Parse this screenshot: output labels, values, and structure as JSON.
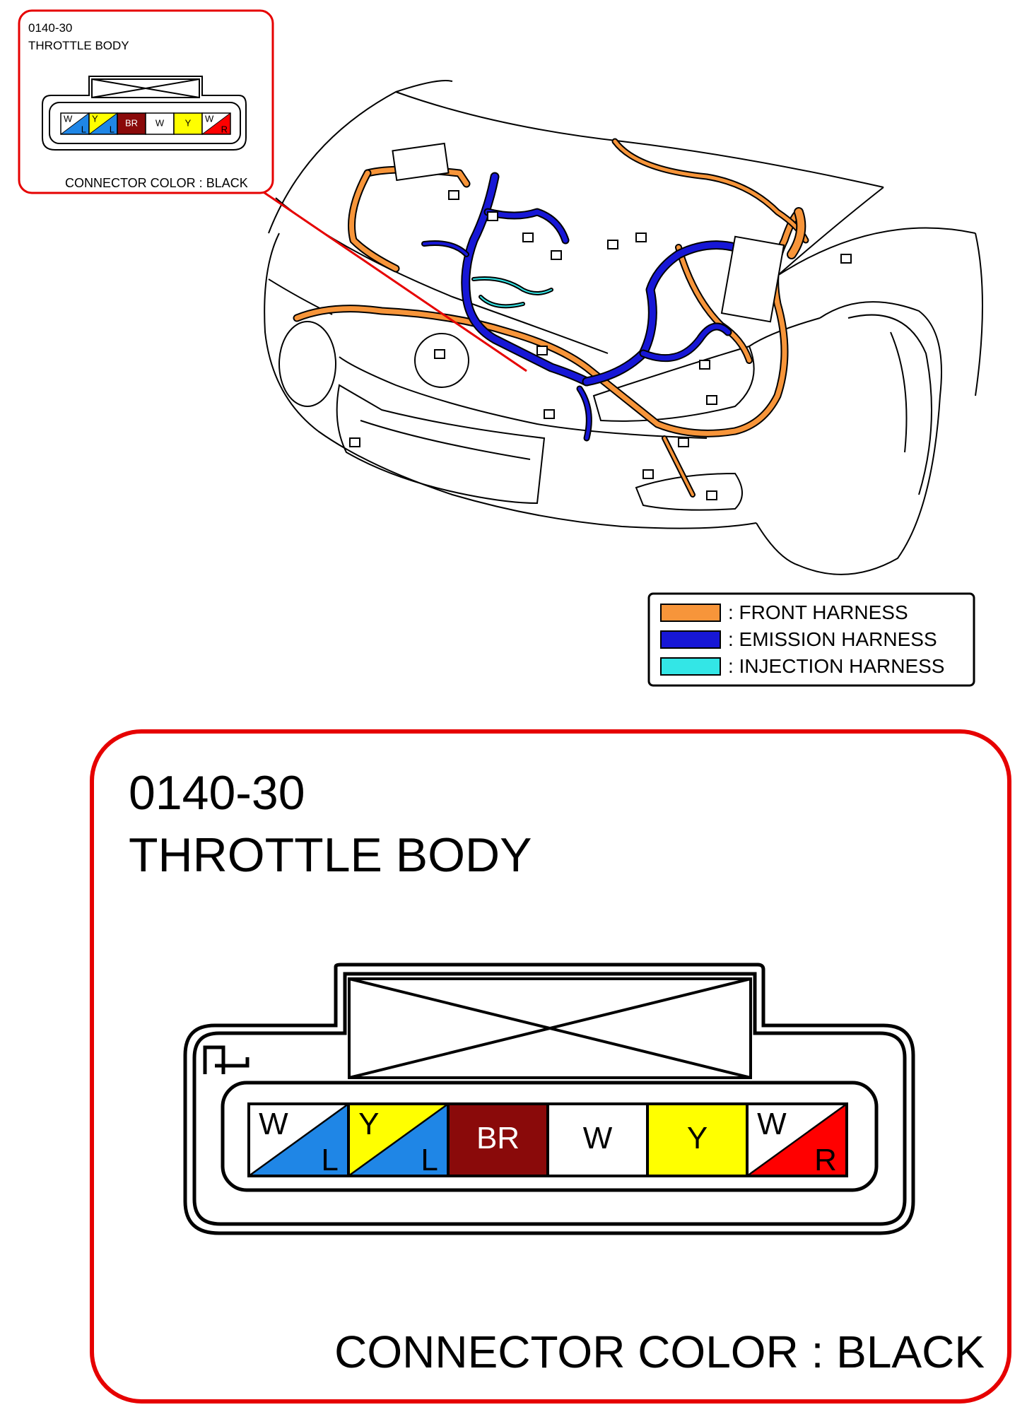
{
  "callout_small": {
    "code": "0140-30",
    "name": "THROTTLE BODY",
    "connector_color": "CONNECTOR COLOR : BLACK"
  },
  "detail": {
    "code": "0140-30",
    "name": "THROTTLE BODY",
    "connector_color": "CONNECTOR COLOR : BLACK"
  },
  "legend": {
    "items": [
      {
        "label": ": FRONT HARNESS",
        "color": "#f7953a"
      },
      {
        "label": ": EMISSION HARNESS",
        "color": "#1717d6"
      },
      {
        "label": ": INJECTION HARNESS",
        "color": "#33e6e6"
      }
    ]
  },
  "pins": [
    {
      "type": "split",
      "top": "W",
      "bottom": "L",
      "top_color": "#ffffff",
      "bottom_color": "#1f86e6"
    },
    {
      "type": "split",
      "top": "Y",
      "bottom": "L",
      "top_color": "#ffff00",
      "bottom_color": "#1f86e6"
    },
    {
      "type": "solid",
      "label": "BR",
      "color": "#8a0a0a",
      "text_color": "#ffffff"
    },
    {
      "type": "solid",
      "label": "W",
      "color": "#ffffff",
      "text_color": "#000000"
    },
    {
      "type": "solid",
      "label": "Y",
      "color": "#ffff00",
      "text_color": "#000000"
    },
    {
      "type": "split",
      "top": "W",
      "bottom": "R",
      "top_color": "#ffffff",
      "bottom_color": "#ff0000"
    }
  ],
  "colors": {
    "callout_border": "#e60000",
    "front_harness": "#f7953a",
    "emission_harness": "#1717d6",
    "injection_harness": "#33e6e6"
  }
}
